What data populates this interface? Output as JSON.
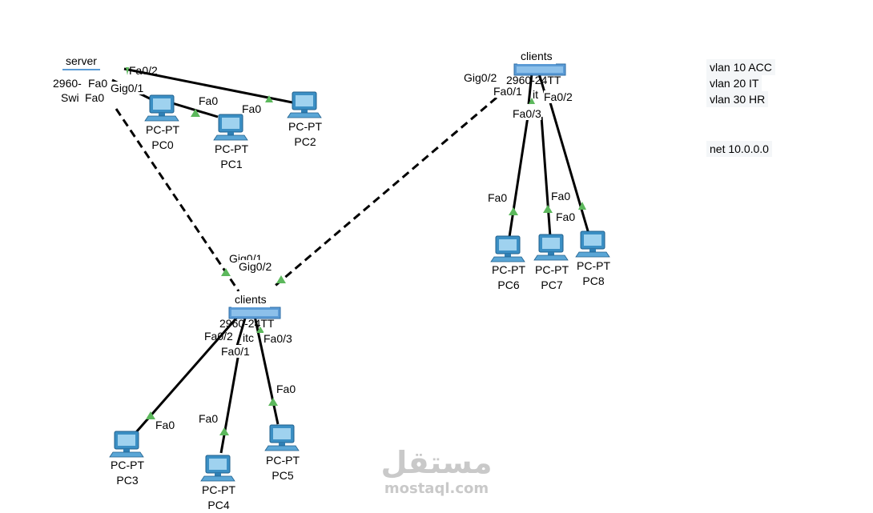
{
  "switches": {
    "sw_server": {
      "name": "server",
      "model": "2960-",
      "short": "Swi"
    },
    "sw_c1": {
      "name": "clients",
      "model": "2960-24TT"
    },
    "sw_c2": {
      "name": "clients",
      "model": "2960-24TT"
    }
  },
  "pcs": {
    "pc0": {
      "model": "PC-PT",
      "name": "PC0"
    },
    "pc1": {
      "model": "PC-PT",
      "name": "PC1"
    },
    "pc2": {
      "model": "PC-PT",
      "name": "PC2"
    },
    "pc3": {
      "model": "PC-PT",
      "name": "PC3"
    },
    "pc4": {
      "model": "PC-PT",
      "name": "PC4"
    },
    "pc5": {
      "model": "PC-PT",
      "name": "PC5"
    },
    "pc6": {
      "model": "PC-PT",
      "name": "PC6"
    },
    "pc7": {
      "model": "PC-PT",
      "name": "PC7"
    },
    "pc8": {
      "model": "PC-PT",
      "name": "PC8"
    }
  },
  "ports": {
    "s_fa02": "Fa0/2",
    "s_fa0a": "Fa0",
    "s_gig01": "Gig0/1",
    "s_fa0b": "Fa0",
    "pc0_fa0": "Fa0",
    "pc1_fa0": "Fa0",
    "c1_gig02": "Gig0/2",
    "c1_fa01": "Fa0/1",
    "c1_fa02": "Fa0/2",
    "c1_fa03": "Fa0/3",
    "c1_it": "it",
    "pc6_fa0": "Fa0",
    "pc7_fa0": "Fa0",
    "pc8_fa0": "Fa0",
    "c2_gig01": "Gig0/1",
    "c2_gig02": "Gig0/2",
    "c2_fa02": "Fa0/2",
    "c2_fa01": "Fa0/1",
    "c2_fa03": "Fa0/3",
    "c2_itc": "itc",
    "pc3_fa0": "Fa0",
    "pc4_fa0": "Fa0",
    "pc5_fa0": "Fa0"
  },
  "notes": {
    "vlan10": "vlan 10 ACC",
    "vlan20": "vlan 20 IT",
    "vlan30": "vlan 30 HR",
    "net": "net 10.0.0.0"
  },
  "watermark": {
    "arabic": "مستقل",
    "latin": "mostaql.com"
  },
  "colors": {
    "link": "#000000",
    "link_up": "#5cb85c",
    "device_blue": "#3b8fc4",
    "watermark": "#c9c9c9"
  }
}
